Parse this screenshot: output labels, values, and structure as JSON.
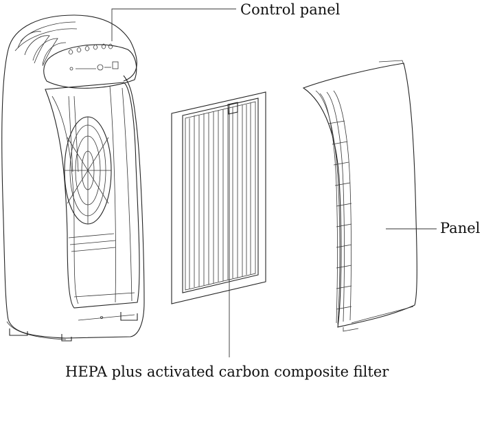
{
  "labels": {
    "control_panel": "Control panel",
    "panel": "Panel",
    "filter": "HEPA plus activated carbon composite filter"
  },
  "colors": {
    "line": "#222222",
    "background": "#ffffff"
  }
}
